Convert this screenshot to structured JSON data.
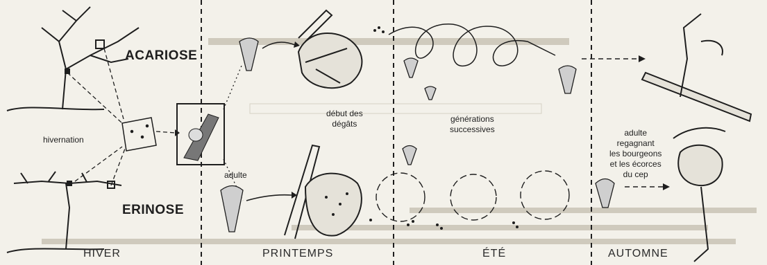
{
  "labels": {
    "acariose": "ACARIOSE",
    "erinose": "ERINOSE",
    "hivernation": "hivernation",
    "debut_degats": [
      "début des",
      "dégâts"
    ],
    "generations": [
      "générations",
      "successives"
    ],
    "adulte": "adulte",
    "automne_text": [
      "adulte",
      "regagnant",
      "les bourgeons",
      "et les écorces",
      "du cep"
    ]
  },
  "seasons": [
    "HIVER",
    "PRINTEMPS",
    "ÉTÉ",
    "AUTOMNE"
  ],
  "colors": {
    "ink": "#1e1e1e",
    "paper": "#f3f1ea",
    "ghost_text": "#c9c4b8"
  }
}
